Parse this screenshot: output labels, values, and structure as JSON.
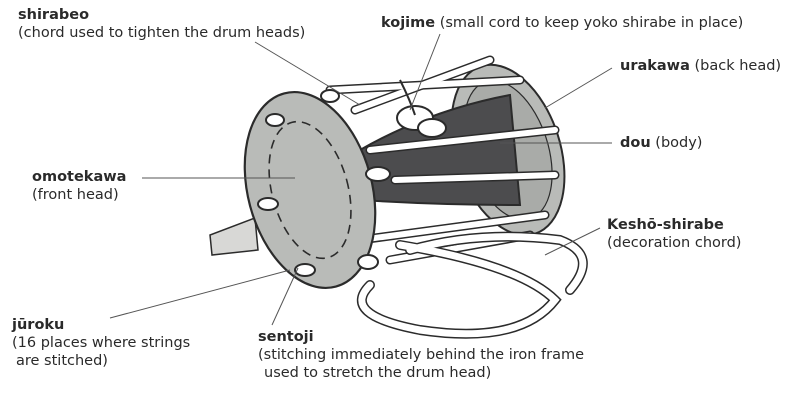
{
  "labels": {
    "shirabeo": {
      "term": "shirabeo",
      "desc": "(chord used to tighten the drum heads)"
    },
    "kojime": {
      "term": "kojime",
      "desc": "(small cord to keep yoko shirabe in place)"
    },
    "urakawa": {
      "term": "urakawa",
      "desc": "(back head)"
    },
    "dou": {
      "term": "dou",
      "desc": "(body)"
    },
    "omotekawa": {
      "term": "omotekawa",
      "desc": "(front head)"
    },
    "kesho": {
      "term": "Keshō-shirabe",
      "desc": "(decoration chord)"
    },
    "juroku": {
      "term": "jūroku",
      "desc1": "(16 places where strings",
      "desc2": "are stitched)"
    },
    "sentoji": {
      "term": "sentoji",
      "desc1": "(stitching immediately behind the iron frame",
      "desc2": "used to stretch the drum head)"
    }
  },
  "colors": {
    "head_fill": "#b9bbb8",
    "body_fill": "#4c4c4e",
    "cord": "#ffffff",
    "outline": "#2b2b2b",
    "leader": "#555555"
  }
}
